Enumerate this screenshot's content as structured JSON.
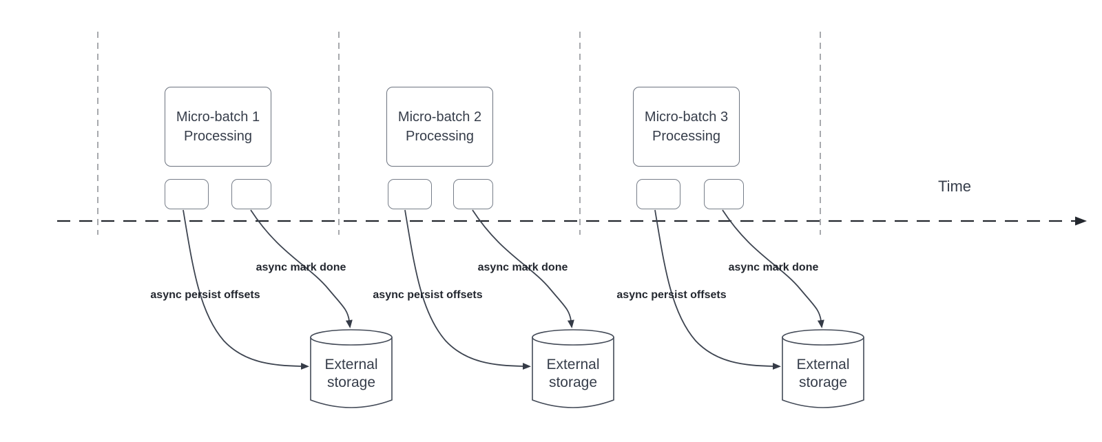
{
  "axis": {
    "label": "Time"
  },
  "groups": [
    {
      "title_line1": "Micro-batch 1",
      "title_line2": "Processing",
      "persist_label": "async persist offsets",
      "done_label": "async mark done",
      "storage_line1": "External",
      "storage_line2": "storage"
    },
    {
      "title_line1": "Micro-batch 2",
      "title_line2": "Processing",
      "persist_label": "async persist offsets",
      "done_label": "async mark done",
      "storage_line1": "External",
      "storage_line2": "storage"
    },
    {
      "title_line1": "Micro-batch 3",
      "title_line2": "Processing",
      "persist_label": "async persist offsets",
      "done_label": "async mark done",
      "storage_line1": "External",
      "storage_line2": "storage"
    }
  ],
  "colors": {
    "background": "#ffffff",
    "shape_stroke": "#434a57",
    "box_border": "#6b727e",
    "curve_stroke": "#3d4450",
    "axis_line": "#23272e",
    "guide_line": "#a7a9ad",
    "text": "#363d4a",
    "label_text": "#23272f"
  }
}
